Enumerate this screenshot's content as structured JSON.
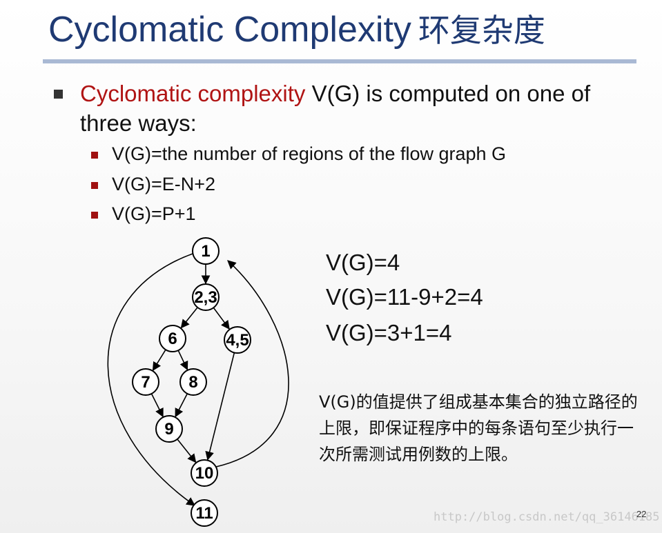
{
  "slide": {
    "title": "Cyclomatic Complexity",
    "title_zh": "环复杂度",
    "main_bullet_highlight": "Cyclomatic complexity",
    "main_bullet_rest": " V(G) is computed on one of three ways:",
    "sub_bullets": [
      "V(G)=the number of regions of the flow graph G",
      "V(G)=E-N+2",
      "V(G)=P+1"
    ],
    "results": [
      "V(G)=4",
      "V(G)=11-9+2=4",
      "V(G)=3+1=4"
    ],
    "note_zh": "V(G)的值提供了组成基本集合的独立路径的上限，即保证程序中的每条语句至少执行一次所需测试用例数的上限。",
    "page_number": "22",
    "watermark": "http://blog.csdn.net/qq_36146185"
  },
  "graph": {
    "nodes": [
      {
        "id": "n1",
        "label": "1"
      },
      {
        "id": "n23",
        "label": "2,3"
      },
      {
        "id": "n6",
        "label": "6"
      },
      {
        "id": "n45",
        "label": "4,5"
      },
      {
        "id": "n7",
        "label": "7"
      },
      {
        "id": "n8",
        "label": "8"
      },
      {
        "id": "n9",
        "label": "9"
      },
      {
        "id": "n10",
        "label": "10"
      },
      {
        "id": "n11",
        "label": "11"
      }
    ],
    "edges": [
      {
        "from": "n1",
        "to": "n23"
      },
      {
        "from": "n23",
        "to": "n6"
      },
      {
        "from": "n23",
        "to": "n45"
      },
      {
        "from": "n6",
        "to": "n7"
      },
      {
        "from": "n6",
        "to": "n8"
      },
      {
        "from": "n7",
        "to": "n9"
      },
      {
        "from": "n8",
        "to": "n9"
      },
      {
        "from": "n9",
        "to": "n10"
      },
      {
        "from": "n45",
        "to": "n10"
      },
      {
        "from": "n10",
        "to": "n1"
      },
      {
        "from": "n1",
        "to": "n11"
      }
    ]
  }
}
